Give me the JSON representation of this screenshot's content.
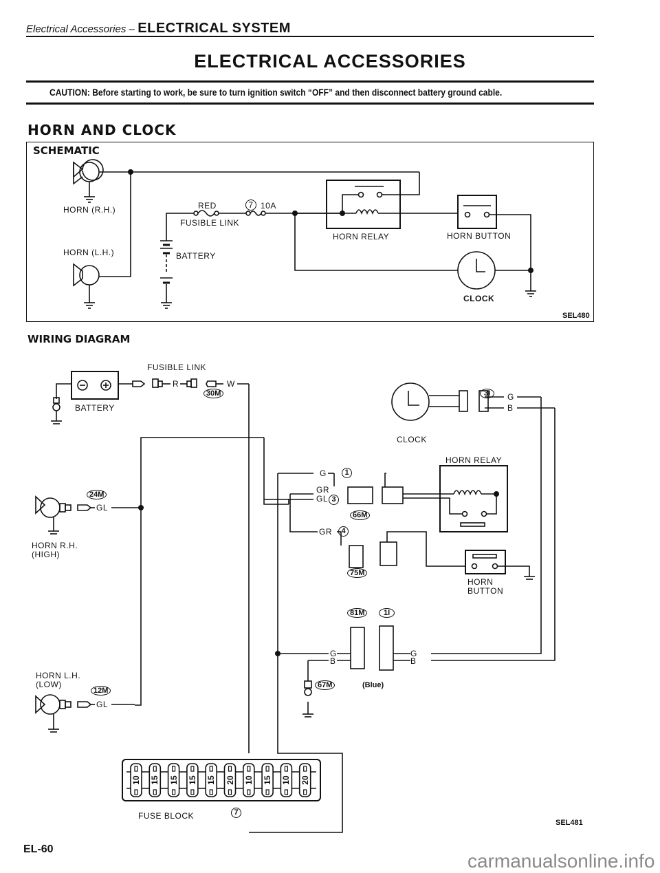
{
  "header": {
    "section_italic": "Electrical Accessories –",
    "section_main": "ELECTRICAL SYSTEM"
  },
  "page_title": "ELECTRICAL ACCESSORIES",
  "caution": "CAUTION:  Before starting to work, be sure to turn ignition switch “OFF” and then disconnect battery ground cable.",
  "section_title": "HORN AND CLOCK",
  "schematic": {
    "title": "SCHEMATIC",
    "labels": {
      "horn_rh": "HORN (R.H.)",
      "horn_lh": "HORN (L.H.)",
      "red": "RED",
      "fuse_num": "7",
      "fuse_rating": "10A",
      "fusible_link": "FUSIBLE LINK",
      "battery": "BATTERY",
      "horn_relay": "HORN RELAY",
      "horn_button": "HORN BUTTON",
      "clock": "CLOCK"
    },
    "figure_code": "SEL480"
  },
  "wiring": {
    "title": "WIRING DIAGRAM",
    "labels": {
      "fusible_link": "FUSIBLE LINK",
      "battery": "BATTERY",
      "wire_r": "R",
      "wire_w": "W",
      "conn_30m": "30M",
      "conn_24m": "24M",
      "wire_gl": "GL",
      "horn_rh_1": "HORN R.H.",
      "horn_rh_2": "(HIGH)",
      "horn_lh_1": "HORN L.H.",
      "horn_lh_2": "(LOW)",
      "conn_12m": "12M",
      "clock": "CLOCK",
      "conn_31": "3I",
      "wire_g": "G",
      "wire_b": "B",
      "horn_relay": "HORN RELAY",
      "wire_gr": "GR",
      "pin_1": "1",
      "pin_3": "3",
      "pin_4": "4",
      "conn_66m": "66M",
      "conn_75m": "75M",
      "horn_button_1": "HORN",
      "horn_button_2": "BUTTON",
      "conn_81m": "81M",
      "conn_11": "1I",
      "conn_67m": "67M",
      "blue": "(Blue)",
      "fuse_block": "FUSE BLOCK",
      "fuse_num": "7"
    },
    "fuse_ratings": [
      "10",
      "15",
      "15",
      "15",
      "15",
      "20",
      "10",
      "15",
      "10",
      "20"
    ],
    "figure_code": "SEL481"
  },
  "footer": {
    "page_number": "EL-60",
    "watermark": "carmanualsonline.info"
  }
}
